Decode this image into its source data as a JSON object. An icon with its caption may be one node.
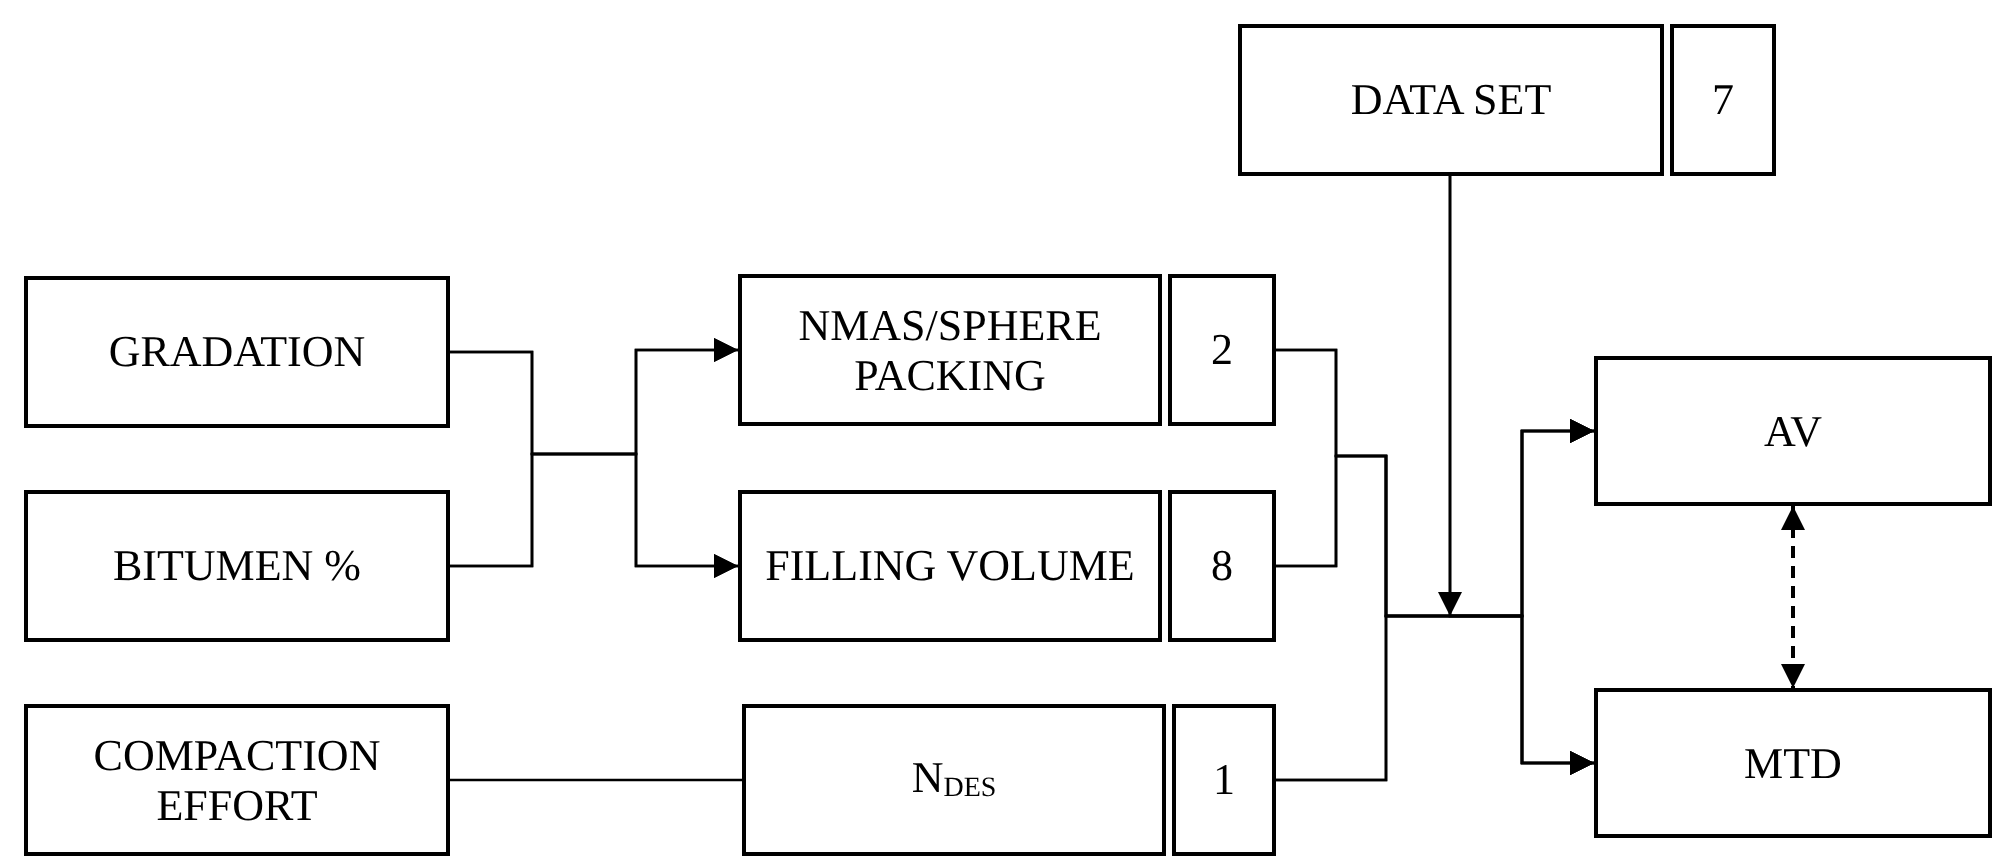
{
  "diagram": {
    "nodes": [
      {
        "text": [
          "DATA SET"
        ]
      },
      {
        "text": [
          "7"
        ]
      },
      {
        "text": [
          "GRADATION"
        ]
      },
      {
        "text": [
          "NMAS/SPHERE PACKING"
        ]
      },
      {
        "text": [
          "2"
        ]
      },
      {
        "text": [
          "AV"
        ]
      },
      {
        "text": [
          "BITUMEN %"
        ]
      },
      {
        "text": [
          "FILLING VOLUME"
        ]
      },
      {
        "text": [
          "8"
        ]
      },
      {
        "text": [
          "COMPACTION EFFORT"
        ]
      },
      {
        "text": [
          "N$_{DES}$"
        ]
      },
      {
        "text": [
          "1"
        ]
      },
      {
        "text": [
          "MTD"
        ]
      }
    ],
    "edges": [
      {
        "from": 2,
        "to": 3,
        "arrow": "to"
      },
      {
        "from": 2,
        "to": 7,
        "arrow": "to"
      },
      {
        "from": 6,
        "to": 3,
        "arrow": "to"
      },
      {
        "from": 6,
        "to": 7,
        "arrow": "to"
      },
      {
        "from": 9,
        "to": 10,
        "arrow": "none"
      },
      {
        "from": 4,
        "to": 5,
        "arrow": "to"
      },
      {
        "from": 4,
        "to": 12,
        "arrow": "to"
      },
      {
        "from": 8,
        "to": 5,
        "arrow": "to"
      },
      {
        "from": 8,
        "to": 12,
        "arrow": "to"
      },
      {
        "from": 11,
        "to": 5,
        "arrow": "to"
      },
      {
        "from": 11,
        "to": 12,
        "arrow": "to"
      },
      {
        "from": 0,
        "to": 5,
        "arrow": "to"
      },
      {
        "from": 0,
        "to": 12,
        "arrow": "to"
      },
      {
        "from": 5,
        "to": 12,
        "arrow": "both",
        "style": "dashed"
      }
    ]
  }
}
